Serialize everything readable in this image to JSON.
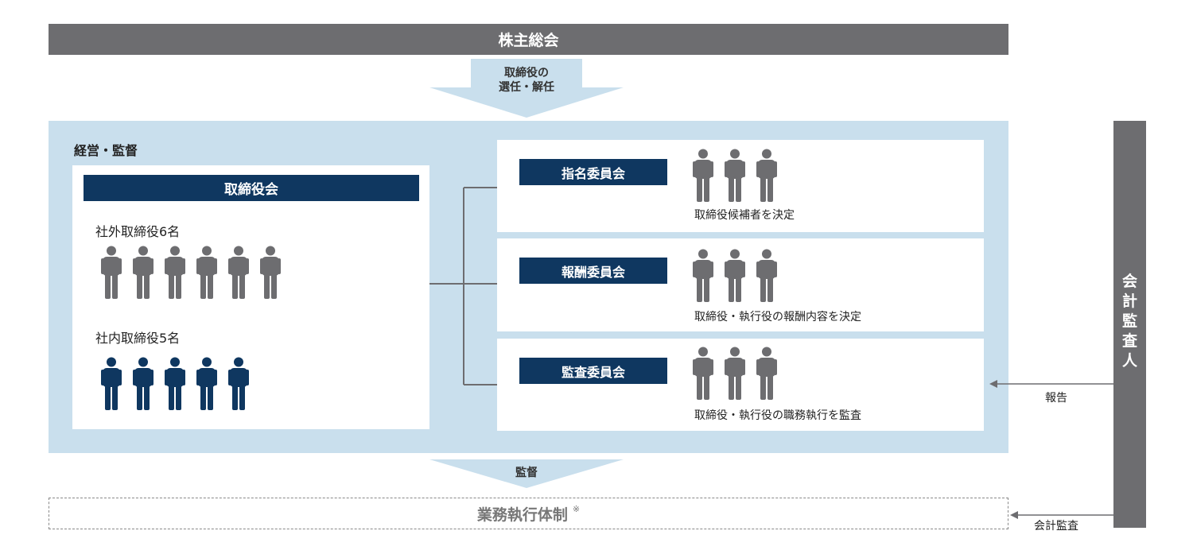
{
  "shareholders_meeting": "株主総会",
  "top_arrow": {
    "line1": "取締役の",
    "line2": "選任・解任"
  },
  "management_label": "経営・監督",
  "board": {
    "title": "取締役会",
    "outside": {
      "label": "社外取締役6名",
      "count": 6,
      "color": "#6d6d70"
    },
    "inside": {
      "label": "社内取締役5名",
      "count": 5,
      "color": "#0f3760"
    }
  },
  "committees": [
    {
      "title": "指名委員会",
      "desc": "取締役候補者を決定",
      "members": 3
    },
    {
      "title": "報酬委員会",
      "desc": "取締役・執行役の報酬内容を決定",
      "members": 3
    },
    {
      "title": "監査委員会",
      "desc": "取締役・執行役の職務執行を監査",
      "members": 3
    }
  ],
  "auditor": {
    "chars": [
      "会",
      "計",
      "監",
      "査",
      "人"
    ]
  },
  "report_label": "報告",
  "audit_label": "会計監査",
  "supervision_label": "監督",
  "execution": {
    "title": "業務執行体制",
    "mark": "※"
  },
  "colors": {
    "gray": "#6d6d70",
    "navy": "#0f3760",
    "panel": "#c9dfed",
    "arrow": "#c9dfed"
  },
  "icons": {
    "person": "person-icon",
    "arrow": "arrow-left-icon"
  }
}
